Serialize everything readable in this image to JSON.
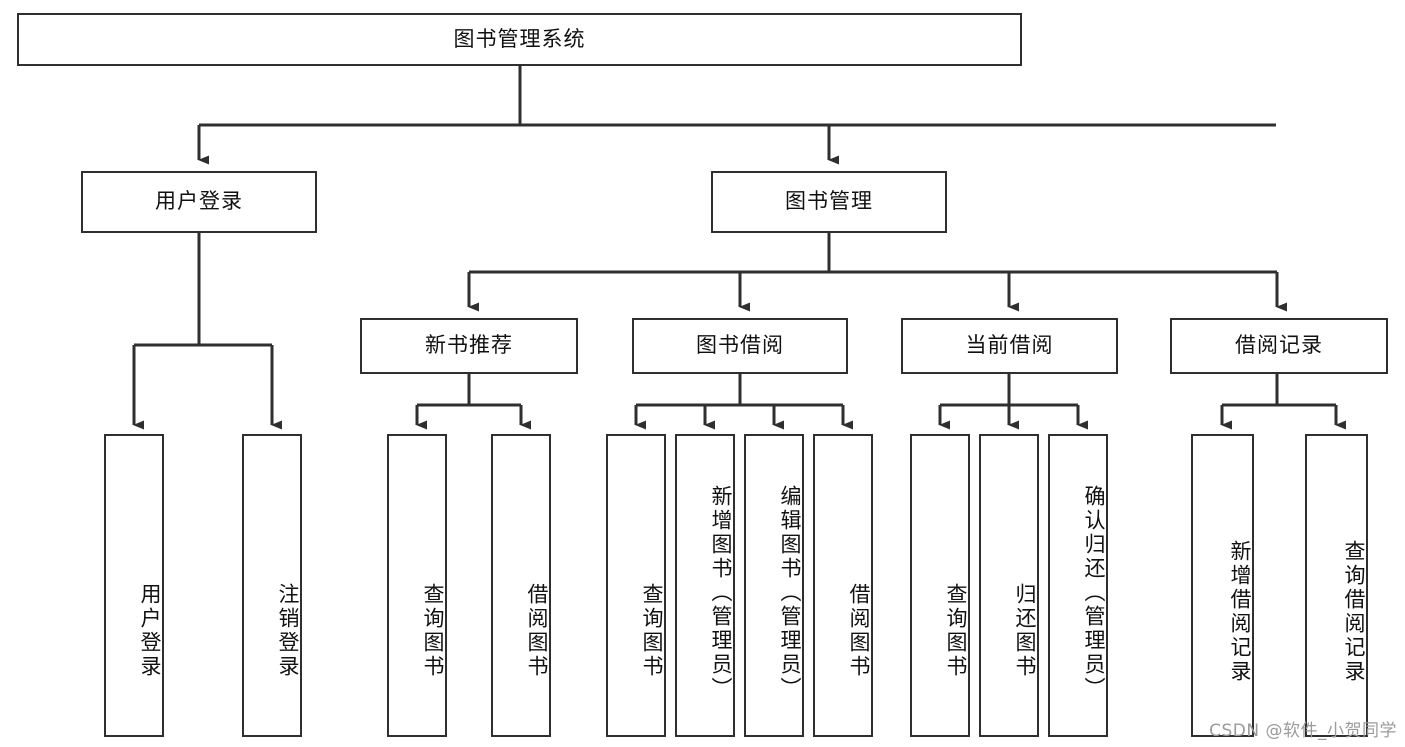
{
  "diagram": {
    "title": "图书管理系统",
    "type": "tree",
    "watermark": "CSDN @软件_小贺同学",
    "colors": {
      "box_border": "#2f2f2f",
      "box_fill": "#ffffff",
      "line": "#2f2f2f",
      "text": "#111111",
      "watermark": "#9b9b9b"
    },
    "root": {
      "id": "root",
      "label": "图书管理系统"
    },
    "level2": [
      {
        "id": "user-login",
        "label": "用户登录"
      },
      {
        "id": "book-manage",
        "label": "图书管理"
      }
    ],
    "level3": [
      {
        "id": "new-book-rec",
        "label": "新书推荐",
        "parent": "book-manage"
      },
      {
        "id": "book-borrow",
        "label": "图书借阅",
        "parent": "book-manage"
      },
      {
        "id": "current-borrow",
        "label": "当前借阅",
        "parent": "book-manage"
      },
      {
        "id": "borrow-record",
        "label": "借阅记录",
        "parent": "book-manage"
      }
    ],
    "leaves": {
      "user_login": [
        {
          "id": "leaf-user-login",
          "label": "用户登录"
        },
        {
          "id": "leaf-user-logout",
          "label": "注销登录"
        }
      ],
      "new_book_rec": [
        {
          "id": "leaf-query-book-1",
          "label": "查询图书"
        },
        {
          "id": "leaf-borrow-book-1",
          "label": "借阅图书"
        }
      ],
      "book_borrow": [
        {
          "id": "leaf-query-book-2",
          "label": "查询图书"
        },
        {
          "id": "leaf-add-book",
          "label": "新增图书（管理员）"
        },
        {
          "id": "leaf-edit-book",
          "label": "编辑图书（管理员）"
        },
        {
          "id": "leaf-borrow-book-2",
          "label": "借阅图书"
        }
      ],
      "current_borrow": [
        {
          "id": "leaf-query-book-3",
          "label": "查询图书"
        },
        {
          "id": "leaf-return-book",
          "label": "归还图书"
        },
        {
          "id": "leaf-confirm-return",
          "label": "确认归还（管理员）"
        }
      ],
      "borrow_record": [
        {
          "id": "leaf-add-record",
          "label": "新增借阅记录"
        },
        {
          "id": "leaf-query-record",
          "label": "查询借阅记录"
        }
      ]
    }
  }
}
